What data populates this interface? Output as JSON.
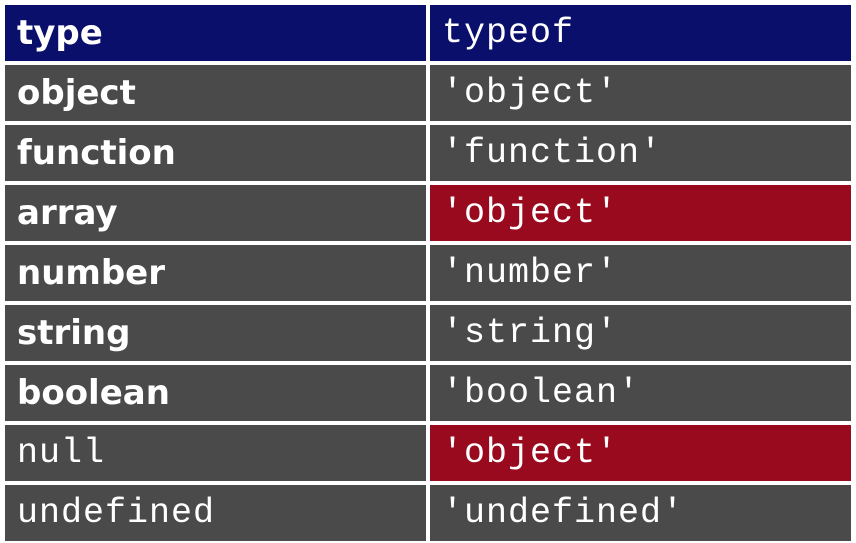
{
  "header": {
    "col1": "type",
    "col2": "typeof"
  },
  "rows": [
    {
      "type": "object",
      "typeof": "'object'",
      "highlight": false,
      "type_mono": false
    },
    {
      "type": "function",
      "typeof": "'function'",
      "highlight": false,
      "type_mono": false
    },
    {
      "type": "array",
      "typeof": "'object'",
      "highlight": true,
      "type_mono": false
    },
    {
      "type": "number",
      "typeof": "'number'",
      "highlight": false,
      "type_mono": false
    },
    {
      "type": "string",
      "typeof": "'string'",
      "highlight": false,
      "type_mono": false
    },
    {
      "type": "boolean",
      "typeof": "'boolean'",
      "highlight": false,
      "type_mono": false
    },
    {
      "type": "null",
      "typeof": "'object'",
      "highlight": true,
      "type_mono": true
    },
    {
      "type": "undefined",
      "typeof": "'undefined'",
      "highlight": false,
      "type_mono": true
    }
  ],
  "colors": {
    "header_bg": "#0a0f6b",
    "cell_bg": "#4a4a4a",
    "highlight_bg": "#9a0a1e",
    "text": "#ffffff"
  }
}
